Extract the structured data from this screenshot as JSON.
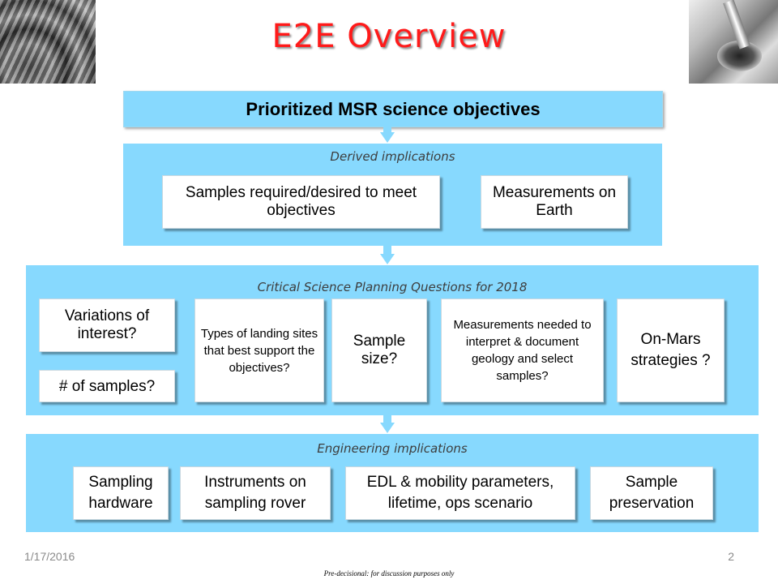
{
  "slide": {
    "title": "E2E  Overview",
    "header": "Prioritized MSR science objectives",
    "sections": {
      "derived": {
        "label": "Derived implications",
        "boxes": [
          "Samples required/desired to meet objectives",
          "Measurements on Earth"
        ]
      },
      "critical": {
        "label": "Critical Science Planning Questions for 2018",
        "boxes": [
          "Variations of interest?",
          "# of samples?",
          "Types of landing sites that best support the objectives?",
          "Sample size?",
          "Measurements needed to interpret & document geology and select samples?",
          "On-Mars strategies ?"
        ]
      },
      "engineering": {
        "label": "Engineering implications",
        "boxes": [
          "Sampling hardware",
          "Instruments on sampling rover",
          "EDL & mobility parameters, lifetime, ops scenario",
          "Sample preservation"
        ]
      }
    },
    "footer": {
      "date": "1/17/2016",
      "page_number": "2",
      "note": "Pre-decisional: for discussion purposes only"
    }
  },
  "colors": {
    "title": "#ff1a1a",
    "band": "#87d9fe",
    "box": "#ffffff"
  }
}
